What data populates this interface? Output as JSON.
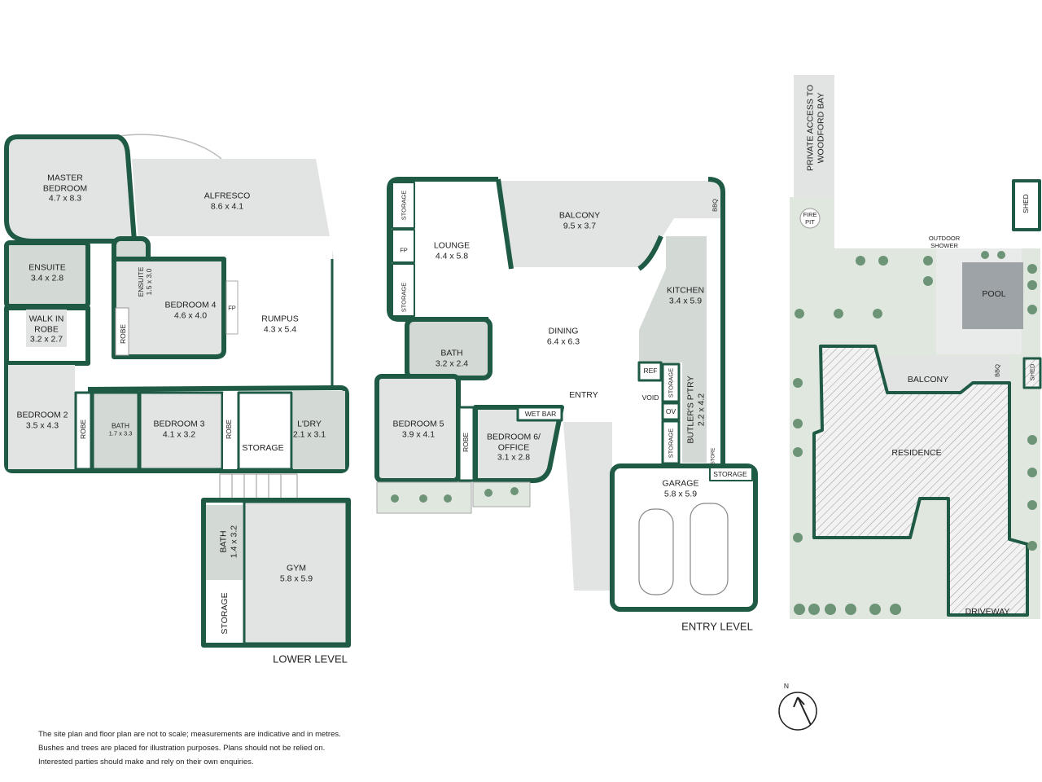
{
  "colors": {
    "wall": "#1f5a45",
    "room": "#e2e4e3",
    "wet": "#d3d9d5",
    "garden": "#dfe7df",
    "pool": "#9ea3a8"
  },
  "lower_level": {
    "title": "LOWER LEVEL",
    "rooms": {
      "master_bedroom": {
        "name1": "MASTER",
        "name2": "BEDROOM",
        "dims": "4.7 x 8.3"
      },
      "alfresco": {
        "name": "ALFRESCO",
        "dims": "8.6 x 4.1"
      },
      "ensuite_main": {
        "name": "ENSUITE",
        "dims": "3.4 x 2.8"
      },
      "ensuite_small": {
        "name": "ENSUITE",
        "dims": "1.5 x 3.0"
      },
      "bedroom4": {
        "name": "BEDROOM 4",
        "dims": "4.6 x 4.0"
      },
      "fp": {
        "name": "FP"
      },
      "rumpus": {
        "name": "RUMPUS",
        "dims": "4.3 x 5.4"
      },
      "walk_in_robe": {
        "name1": "WALK IN",
        "name2": "ROBE",
        "dims": "3.2 x 2.7"
      },
      "robe_bed4": {
        "name": "ROBE"
      },
      "bedroom2": {
        "name": "BEDROOM 2",
        "dims": "3.5 x 4.3"
      },
      "robe_bed2": {
        "name": "ROBE"
      },
      "bath": {
        "name": "BATH",
        "dims": "1.7 x 3.3"
      },
      "bedroom3": {
        "name": "BEDROOM 3",
        "dims": "4.1 x 3.2"
      },
      "robe_bed3": {
        "name": "ROBE"
      },
      "storage": {
        "name": "STORAGE"
      },
      "laundry": {
        "name": "L'DRY",
        "dims": "2.1 x 3.1"
      },
      "gym_bath": {
        "name": "BATH",
        "dims": "1.4 x 3.2"
      },
      "gym": {
        "name": "GYM",
        "dims": "5.8 x 5.9"
      },
      "gym_storage": {
        "name": "STORAGE"
      }
    }
  },
  "entry_level": {
    "title": "ENTRY LEVEL",
    "rooms": {
      "storage_top": {
        "name": "STORAGE"
      },
      "fp": {
        "name": "FP"
      },
      "storage_bottom": {
        "name": "STORAGE"
      },
      "lounge": {
        "name": "LOUNGE",
        "dims": "4.4 x 5.8"
      },
      "balcony": {
        "name": "BALCONY",
        "dims": "9.5 x 3.7"
      },
      "bbq": {
        "name": "BBQ"
      },
      "kitchen": {
        "name": "KITCHEN",
        "dims": "3.4 x 5.9"
      },
      "dining": {
        "name": "DINING",
        "dims": "6.4 x 6.3"
      },
      "bath": {
        "name": "BATH",
        "dims": "3.2 x 2.4"
      },
      "ref": {
        "name": "REF"
      },
      "void": {
        "name": "VOID"
      },
      "storage_pantry1": {
        "name": "STORAGE"
      },
      "ov": {
        "name": "OV"
      },
      "storage_pantry2": {
        "name": "STORAGE"
      },
      "butlers_pantry": {
        "name": "BUTLER'S P'TRY",
        "dims": "2.2 x 4.2"
      },
      "store": {
        "name": "STORE"
      },
      "entry": {
        "name": "ENTRY"
      },
      "wet_bar": {
        "name": "WET BAR"
      },
      "bedroom5": {
        "name": "BEDROOM 5",
        "dims": "3.9 x 4.1"
      },
      "robe": {
        "name": "ROBE"
      },
      "bedroom6": {
        "name1": "BEDROOM 6/",
        "name2": "OFFICE",
        "dims": "3.1 x 2.8"
      },
      "garage_storage": {
        "name": "STORAGE"
      },
      "garage": {
        "name": "GARAGE",
        "dims": "5.8 x 5.9"
      }
    }
  },
  "site_plan": {
    "access1": "PRIVATE ACCESS TO",
    "access2": "WOODFORD BAY",
    "fire_pit1": "FIRE",
    "fire_pit2": "PIT",
    "shed_top": "SHED",
    "outdoor_shower1": "OUTDOOR",
    "outdoor_shower2": "SHOWER",
    "pool": "POOL",
    "balcony": "BALCONY",
    "bbq": "BBQ",
    "shed_side": "SHED",
    "residence": "RESIDENCE",
    "driveway": "DRIVEWAY"
  },
  "compass": {
    "label": "N"
  },
  "notes": [
    "The site plan and floor plan are not to scale; measurements are indicative and in metres.",
    "Bushes and trees are placed for illustration purposes. Plans should not be relied on.",
    "Interested parties should make and rely on their own enquiries."
  ]
}
